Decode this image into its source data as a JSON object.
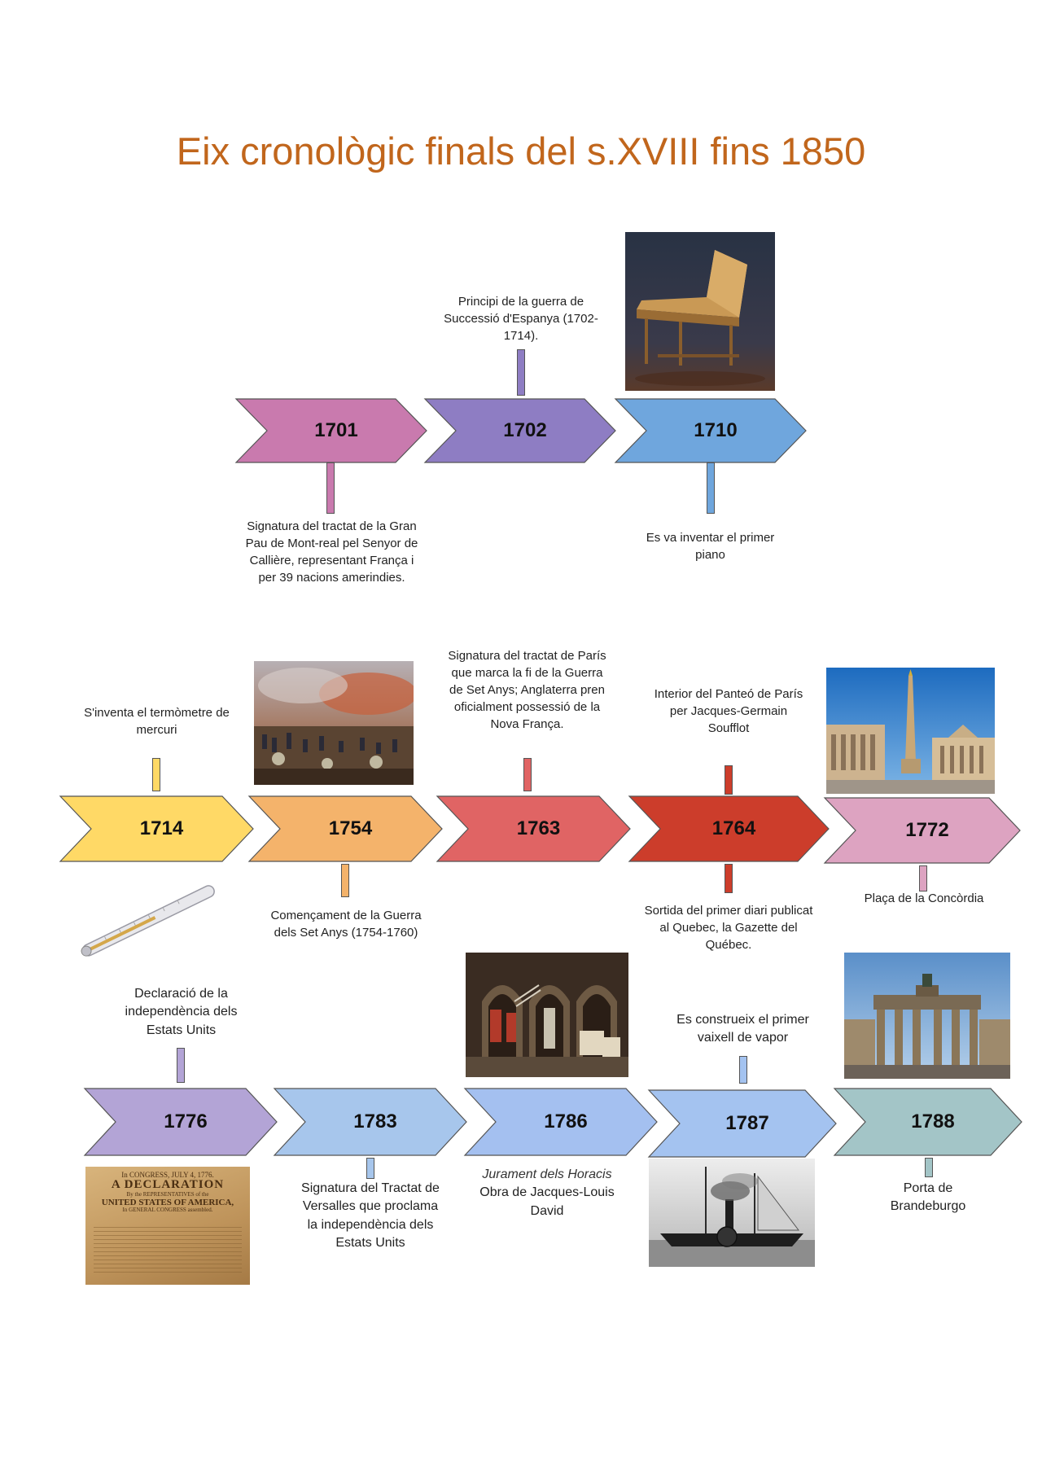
{
  "title": "Eix cronològic finals del s.XVIII fins 1850",
  "colors": {
    "title": "#C1661C",
    "c1701": "#C97AAE",
    "c1702": "#8E7DC3",
    "c1710": "#6FA6DD",
    "c1714": "#FFD966",
    "c1754": "#F4B36B",
    "c1763": "#E06464",
    "c1764": "#CC3D2B",
    "c1772": "#DDA3C1",
    "c1776": "#B3A4D6",
    "c1783": "#A7C6EC",
    "c1786": "#A4C0F0",
    "c1787": "#A4C3F0",
    "c1788": "#A3C5C7"
  },
  "events": [
    {
      "year": "1701",
      "text": "Signatura del tractat de la Gran Pau de Mont-real pel Senyor de Callière, representant França i per 39 nacions amerindies."
    },
    {
      "year": "1702",
      "text": "Principi de la guerra de Successió d'Espanya (1702-1714)."
    },
    {
      "year": "1710",
      "text": "Es va inventar el primer piano",
      "image": "piano"
    },
    {
      "year": "1714",
      "text": "S'inventa el termòmetre de mercuri",
      "image": "thermometer"
    },
    {
      "year": "1754",
      "text": "Començament de la Guerra dels Set Anys (1754-1760)",
      "image": "battle-painting"
    },
    {
      "year": "1763",
      "text": "Signatura del tractat de París que marca la fi de la Guerra de Set Anys; Anglaterra pren oficialment possessió de la Nova França."
    },
    {
      "year": "1764",
      "text_top": "Interior del Panteó de París per Jacques-Germain Soufflot",
      "text_bottom": "Sortida del primer diari publicat al Quebec, la Gazette del Québec."
    },
    {
      "year": "1772",
      "text": "Plaça de la Concòrdia",
      "image": "obelisk"
    },
    {
      "year": "1776",
      "text": "Declaració de la independència dels Estats Units",
      "image": "declaration-document",
      "image_text": [
        "In CONGRESS, JULY 4, 1776.",
        "A DECLARATION",
        "By the REPRESENTATIVES of the",
        "UNITED STATES OF AMERICA,",
        "In GENERAL CONGRESS assembled."
      ]
    },
    {
      "year": "1783",
      "text": "Signatura del Tractat de Versalles que proclama la independència dels Estats Units"
    },
    {
      "year": "1786",
      "italic": "Jurament dels Horacis",
      "text": "Obra de Jacques-Louis David",
      "image": "oath-painting"
    },
    {
      "year": "1787",
      "text": "Es construeix el primer vaixell de vapor",
      "image": "steamboat"
    },
    {
      "year": "1788",
      "text": "Porta de Brandeburgo",
      "image": "brandenburg-gate"
    }
  ]
}
